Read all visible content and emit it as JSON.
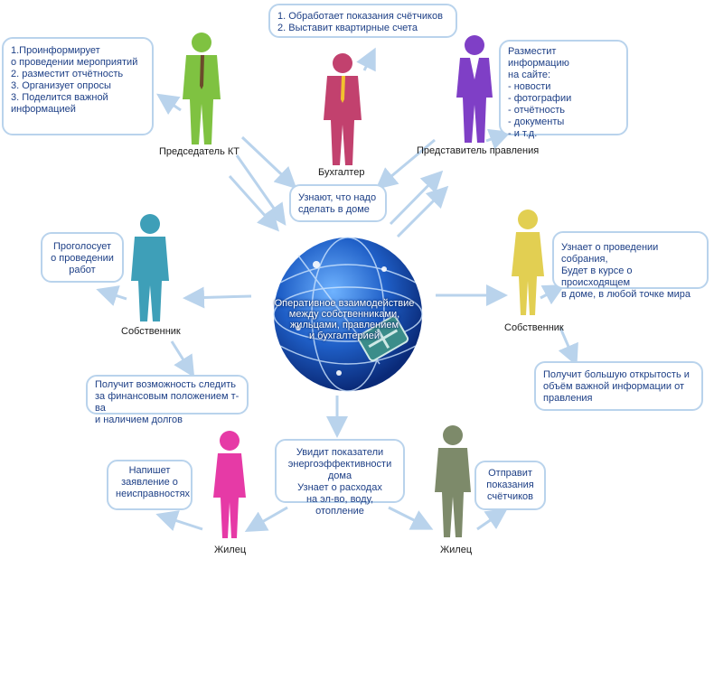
{
  "center": {
    "text": "Оперативное взаимодействие\nмежду собственниками,\nжильцами, правлением\nи бухгалтерией"
  },
  "roles": {
    "chairman": "Председатель КТ",
    "accountant": "Бухгалтер",
    "board_rep": "Представитель правления",
    "owner_left": "Собственник",
    "owner_right": "Собственник",
    "resident_left": "Жилец",
    "resident_right": "Жилец"
  },
  "boxes": {
    "chairman": "1.Проинформирует\nо проведении мероприятий\n2. разместит отчётность\n3. Организует опросы\n3. Поделится важной\nинформацией",
    "accountant": "1. Обработает показания счётчиков\n2. Выставит квартирные счета",
    "board_rep": "Разместит информацию\nна сайте:\n- новости\n- фотографии\n- отчётность\n- документы\n- и т.д.",
    "common": "Узнают, что надо\nсделать в доме",
    "owner_left_vote": "Проголосует\nо проведении\nработ",
    "owner_left_finance": "Получит возможность следить\nза финансовым положением т-ва\nи наличием долгов",
    "owner_right_meeting": "Узнает о проведении собрания,\nБудет в курсе о происходящем\nв доме, в любой точке мира",
    "owner_right_openness": "Получит большую открытость и\nобъём важной информации от\nправления",
    "resident_indicators": "Увидит показатели\nэнергоэффективности дома\nУзнает о расходах\nна эл-во, воду, отопление",
    "resident_left": "Напишет\nзаявление о\nнеисправностях",
    "resident_right": "Отправит\nпоказания\nсчётчиков"
  },
  "colors": {
    "box_border": "#b9d3ec",
    "box_text": "#1d3f86",
    "arrow": "#b9d3ec",
    "chairman": "#7fc241",
    "accountant": "#c2416e",
    "board_rep": "#7f3fc6",
    "owner_left": "#3e9fb8",
    "owner_right": "#e2cf52",
    "resident_left": "#e63aa6",
    "resident_right": "#7d8a6a"
  }
}
